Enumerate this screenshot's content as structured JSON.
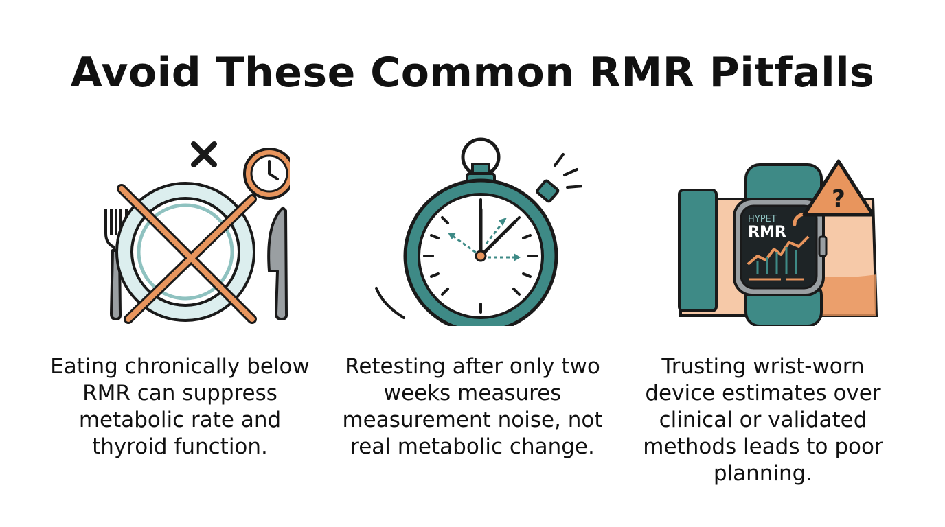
{
  "title": "Avoid These Common RMR Pitfalls",
  "colors": {
    "teal": "#3e8a86",
    "orange": "#e8955d",
    "dark": "#1a1a1a",
    "grey": "#9a9fa2",
    "plate_light": "#dceeee",
    "skin": "#f6c9a8"
  },
  "pitfalls": [
    {
      "icon": "crossed-plate-with-clock",
      "caption": "Eating chronically below RMR can suppress metabolic rate and thyroid function."
    },
    {
      "icon": "stopwatch",
      "caption": "Retesting after only two weeks measures measurement noise, not real metabolic change."
    },
    {
      "icon": "smartwatch-with-warning",
      "caption": "Trusting wrist-worn device estimates over clinical or validated methods leads to poor planning.",
      "watch_brand": "HYPET",
      "watch_metric": "RMR",
      "warning_symbol": "?"
    }
  ]
}
